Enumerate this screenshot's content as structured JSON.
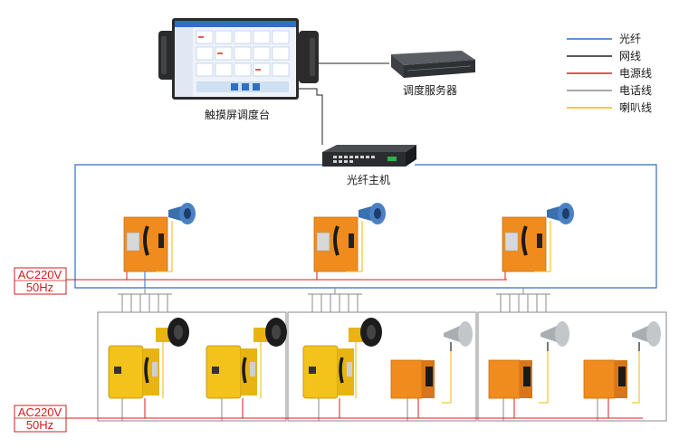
{
  "legend": [
    {
      "label": "光纤",
      "color": "#2f6fc4"
    },
    {
      "label": "网线",
      "color": "#222222"
    },
    {
      "label": "电源线",
      "color": "#d81e1e"
    },
    {
      "label": "电话线",
      "color": "#8a8a8a"
    },
    {
      "label": "喇叭线",
      "color": "#f2b705"
    }
  ],
  "nodes": {
    "console": "触摸屏调度台",
    "server": "调度服务器",
    "fiber_host": "光纤主机"
  },
  "power": {
    "top_line1": "AC220V",
    "top_line2": "50Hz",
    "bottom_line1": "AC220V",
    "bottom_line2": "50Hz"
  },
  "colors": {
    "phone_orange": "#f08c1e",
    "phone_yellow": "#f3c21b",
    "horn_blue": "#3a6fb0",
    "horn_black": "#1c1c1c",
    "horn_gray": "#a9aeb2"
  }
}
